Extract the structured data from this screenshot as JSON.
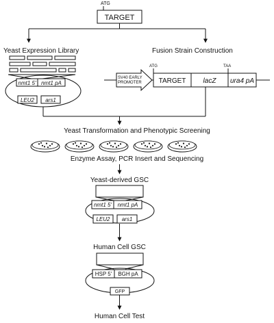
{
  "diagram": {
    "top": {
      "atg": "ATG",
      "target": "TARGET"
    },
    "left_branch": {
      "title": "Yeast Expression Library",
      "plasmid": {
        "promoter": "nmt1 5'",
        "terminator": "nmt1 pA",
        "marker": "LEU2",
        "origin": "ars1"
      }
    },
    "right_branch": {
      "title": "Fusion Strain Construction",
      "construct": {
        "promoter_line1": "SV40 EARLY",
        "promoter_line2": "PROMOTER",
        "atg": "ATG",
        "target": "TARGET",
        "reporter": "lacZ",
        "taa": "TAA",
        "terminator": "ura4 pA"
      }
    },
    "screening": {
      "title": "Yeast Transformation and Phenotypic Screening",
      "plate_count": 5,
      "assay": "Enzyme Assay, PCR Insert and Sequencing"
    },
    "yeast_gsc": {
      "title": "Yeast-derived GSC",
      "plasmid": {
        "promoter": "nmt1 5'",
        "terminator": "nmt1 pA",
        "marker": "LEU2",
        "origin": "ars1"
      }
    },
    "human_gsc": {
      "title": "Human Cell GSC",
      "plasmid": {
        "promoter": "HSP 5'",
        "terminator": "BGH pA",
        "reporter": "GFP"
      }
    },
    "final": {
      "title": "Human Cell Test"
    }
  }
}
